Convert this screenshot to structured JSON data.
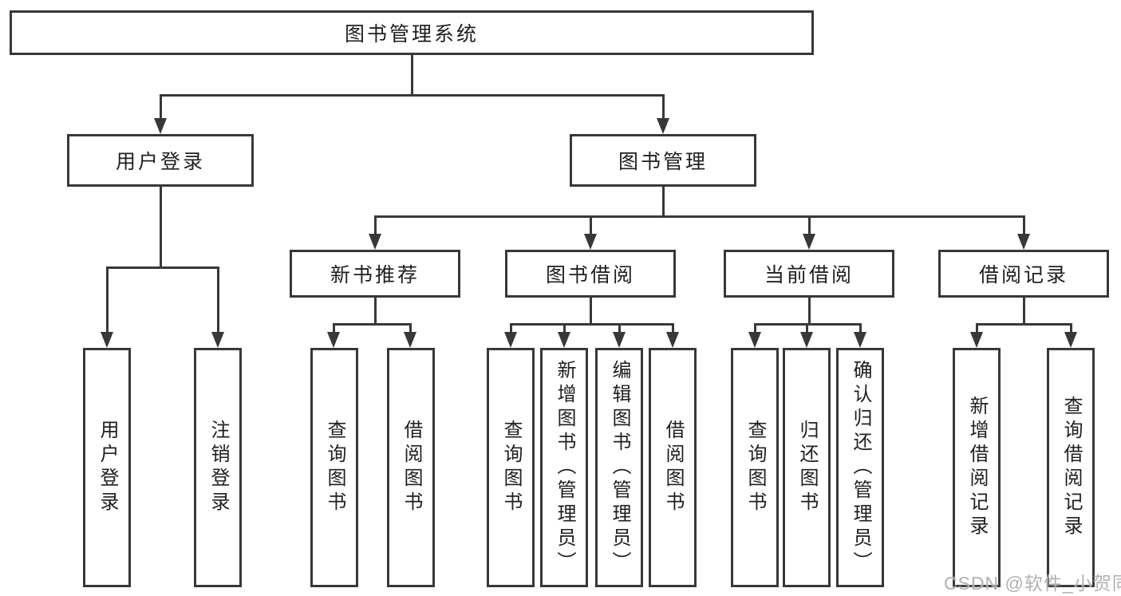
{
  "diagram": {
    "root": {
      "label": "图书管理系统"
    },
    "level2": [
      {
        "label": "用户登录"
      },
      {
        "label": "图书管理"
      }
    ],
    "level3": [
      {
        "label": "新书推荐"
      },
      {
        "label": "图书借阅"
      },
      {
        "label": "当前借阅"
      },
      {
        "label": "借阅记录"
      }
    ],
    "level4": {
      "user_login": [
        {
          "label": "用户登录"
        },
        {
          "label": "注销登录"
        }
      ],
      "new_book": [
        {
          "label": "查询图书"
        },
        {
          "label": "借阅图书"
        }
      ],
      "book_borrow": [
        {
          "label": "查询图书"
        },
        {
          "label": "新增图书（管理员）"
        },
        {
          "label": "编辑图书（管理员）"
        },
        {
          "label": "借阅图书"
        }
      ],
      "current_borrow": [
        {
          "label": "查询图书"
        },
        {
          "label": "归还图书"
        },
        {
          "label": "确认归还（管理员）"
        }
      ],
      "borrow_records": [
        {
          "label": "新增借阅记录"
        },
        {
          "label": "查询借阅记录"
        }
      ]
    }
  },
  "watermark": {
    "text": "CSDN @软件_小贺同学"
  },
  "colors": {
    "line": "#383838",
    "border": "#383838",
    "text": "#1f1f1f",
    "background": "#ffffff",
    "watermark": "#a8a8a8"
  }
}
